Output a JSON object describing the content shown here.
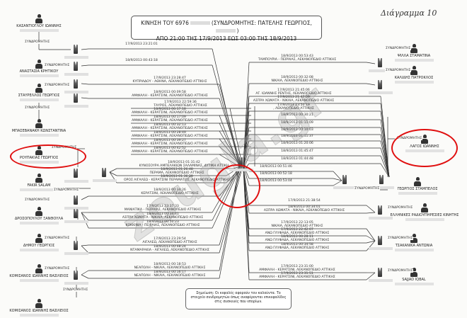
{
  "document": {
    "diagram_label": "Διάγραμμα 10",
    "title_line1": "ΚΙΝΗΣΗ ΤΟΥ 6976",
    "title_subscriber": "(ΣΥΝΔΡΟΜΗΤΗΣ: ΠΑΤΕΛΗΣ ΓΕΩΡΓΙΟΣ,",
    "title_close": ")",
    "title_line2": "ΑΠΟ 21:00 ΤΗΣ 17/9/2013 ΕΩΣ 03:00 ΤΗΣ 18/9/2013",
    "subscriber_label": "ΣΥΝΔΡΟΜΗΤΗΣ",
    "note": "Σημείωση: Οι κεφαλές αφορούν τον καλούντα. Το στοιχείο συνδρομητών όπως αναφέρονται επικεφαλίδες στις συσκευές που επορίων.",
    "watermark": "zougla.gr"
  },
  "persons_left": [
    "ΚΑΣΑΝΤΙΟΓΛΟΥ ΙΩΑΝΝΗΣ",
    "ΑΝΑΣΤΑΣΙΑ ΚΡΗΤΙΚΟΥ",
    "ΣΤΑΥΡΕΛΛΟΣ ΓΕΩΡΓΙΟΣ",
    "ΜΠΑΣΕΒΑΝΑΚΗ ΚΩΝΣΤΑΝΤΙΝΑ",
    "ΡΟΥΠΑΚΙΑΣ ΓΕΩΡΓΙΟΣ",
    "FAKIR SALAM",
    "ΔΡΟΣΟΠΟΥΛΟΥ ΞΑΝΘΟΥΛΑ",
    "ΔΗΜΟΥ ΓΕΩΡΓΙΟΣ",
    "ΚΟΜΙΣΑΝΟΣ ΙΩΑΝΝΗΣ ΒΑΣΙΛΕΙΟΣ",
    "ΚΟΜΙΣΑΝΟΣ ΙΩΑΝΝΗΣ ΒΑΣΙΛΕΙΟΣ"
  ],
  "persons_right": [
    "ΨΙΛΛΑ ΣΤΑΜΑΤΙΝΑ",
    "ΚΑΛΙΔΗΣ ΠΑΤΡΟΚΛΟΣ",
    "ΛΑΓΟΣ ΙΩΑΝΝΗΣ",
    "ΓΕΩΡΓΙΟΣ ΣΤΑΜΠΕΛΟΣ",
    "ΕΛΛΗΝΙΚΕΣ ΡΑΔΙΟΥΠΗΡΕΣΙΕΣ ΚΙΝΗΤΗΣ",
    "ΤΣΑΚΑΝΙΚΑ ΑΝΤΩΝΙΑ",
    "SAJJAD IQBAL"
  ],
  "calls_left": [
    {
      "time": "17/9/2013 23:21:01",
      "place": ""
    },
    {
      "time": "18/9/2013 00:43:18",
      "place": ""
    },
    {
      "time": "17/9/2013 23:28:47",
      "place": "ΚΥΠΡΙΑΔΟΥ - ΑΘΗΝΑ, ΛΕΚΑΝΟΠΕΔΙΟ ΑΤΤΙΚΗΣ"
    },
    {
      "time": "18/9/2013 00:09:58",
      "place": "ΑΜΦΙΑΛΗ - ΚΕΡΑΤΣΙΝΙ, ΛΕΚΑΝΟΠΕΔΙΟ ΑΤΤΙΚΗΣ"
    },
    {
      "time": "17/9/2013 22:59:36",
      "place": "ΤΑΥΡΟΣ, ΛΕΚΑΝΟΠΕΔΙΟ ΑΤΤΙΚΗΣ"
    },
    {
      "time": "18/9/2013 00:17:18",
      "place": "ΑΜΦΙΑΛΗ - ΚΕΡΑΤΣΙΝΙ, ΛΕΚΑΝΟΠΕΔΙΟ ΑΤΤΙΚΗΣ"
    },
    {
      "time": "18/9/2013 00:17:09",
      "place": "ΑΜΦΙΑΛΗ - ΚΕΡΑΤΣΙΝΙ, ΛΕΚΑΝΟΠΕΔΙΟ ΑΤΤΙΚΗΣ"
    },
    {
      "time": "18/9/2013 00:32:13",
      "place": "ΑΜΦΙΑΛΗ - ΚΕΡΑΤΣΙΝΙ, ΛΕΚΑΝΟΠΕΔΙΟ ΑΤΤΙΚΗΣ"
    },
    {
      "time": "18/9/2013 00:28:49",
      "place": "ΑΜΦΙΑΛΗ - ΚΕΡΑΤΣΙΝΙ, ΛΕΚΑΝΟΠΕΔΙΟ ΑΤΤΙΚΗΣ"
    },
    {
      "time": "18/9/2013 00:39:27",
      "place": "ΑΜΦΙΑΛΗ - ΚΕΡΑΤΣΙΝΙ, ΛΕΚΑΝΟΠΕΔΙΟ ΑΤΤΙΚΗΣ"
    },
    {
      "time": "18/9/2013 00:42:52",
      "place": "ΑΜΦΙΑΛΗ - ΚΕΡΑΤΣΙΝΙ, ΛΕΚΑΝΟΠΕΔΙΟ ΑΤΤΙΚΗΣ"
    },
    {
      "time": "18/9/2013 01:31:42",
      "place": "ΚΥΝΟΣΟΥΡΑ ΑΜΠΕΛΑΚΙΩΝ ΣΑΛΑΜΙΝΑΣ, ΔΥΤΙΚΗ ΑΤΤΙΚΗ"
    },
    {
      "time": "18/9/2013 01:26:48",
      "place": "ΠΕΡΑΜΑ, ΛΕΚΑΝΟΠΕΔΙΟ ΑΤΤΙΚΗΣ"
    },
    {
      "time": "18/9/2013 01:36:29",
      "place": "ΟΡΟΣ ΑΙΓΑΛΕΩ - ΚΕΡΑΤΣΙΝΙ ΠΕΡΑΜΑΤΟΣ, ΛΕΚΑΝΟΠΕΔΙΟ ΑΤΤΙΚΗΣ"
    },
    {
      "time": "18/9/2013 00:34:26",
      "place": "ΚΕΡΑΤΣΙΝΙ, ΛΕΚΑΝΟΠΕΔΙΟ ΑΤΤΙΚΗΣ"
    },
    {
      "time": "17/9/2013 23:37:33",
      "place": "ΜΑΝΙΑΤΙΚΑ - ΠΕΙΡΑΙΑΣ, ΛΕΚΑΝΟΠΕΔΙΟ ΑΤΤΙΚΗΣ"
    },
    {
      "time": "18/9/2013 00:34:41",
      "place": "ΑΣΠΡΑ ΧΩΜΑΤΑ - ΝΙΚΑΙΑ, ΛΕΚΑΝΟΠΕΔΙΟ ΑΤΤΙΚΗΣ"
    },
    {
      "time": "18/9/2013 00:50:23",
      "place": "ΚΟΚΚΙΝΙΑ - ΠΕΙΡΑΙΑΣ, ΛΕΚΑΝΟΠΕΔΙΟ ΑΤΤΙΚΗΣ"
    },
    {
      "time": "17/9/2013 23:29:54",
      "place": "ΑΙΓΑΛΕΩ, ΛΕΚΑΝΟΠΕΔΙΟ ΑΤΤΙΚΗΣ"
    },
    {
      "time": "18/9/2013 00:48:24",
      "place": "ΝΤΑΜΑΡΑΚΙΑ - ΑΙΓΑΛΕΩ, ΛΕΚΑΝΟΠΕΔΙΟ ΑΤΤΙΚΗΣ"
    },
    {
      "time": "18/9/2013 00:18:53",
      "place": "ΝΕΑΠΟΛΗ - ΝΙΚΑΙΑ, ΛΕΚΑΝΟΠΕΔΙΟ ΑΤΤΙΚΗΣ"
    },
    {
      "time": "18/9/2013 00:16:17",
      "place": "ΝΕΑΠΟΛΗ - ΝΙΚΑΙΑ, ΛΕΚΑΝΟΠΕΔΙΟ ΑΤΤΙΚΗΣ"
    }
  ],
  "calls_right": [
    {
      "time": "18/9/2013 00:53:43",
      "place": "ΤΑΜΠΟΥΡΙΑ - ΠΕΙΡΑΙΑΣ, ΛΕΚΑΝΟΠΕΔΙΟ ΑΤΤΙΚΗΣ"
    },
    {
      "time": "18/9/2013 00:32:08",
      "place": "ΝΙΚΑΙΑ, ΛΕΚΑΝΟΠΕΔΙΟ ΑΤΤΙΚΗΣ"
    },
    {
      "time": "17/9/2013 21:45:06",
      "place": "ΑΓ. ΙΩΑΝΝΗΣ ΡΕΝΤΗΣ, ΛΕΚΑΝΟΠΕΔΙΟ ΑΤΤΙΚΗΣ"
    },
    {
      "time": "17/9/2013 21:47:09",
      "place": "ΑΣΠΡΑ ΧΩΜΑΤΑ - ΝΙΚΑΙΑ, ΛΕΚΑΝΟΠΕΔΙΟ ΑΤΤΙΚΗΣ"
    },
    {
      "time": "17/9/2013 23:50:19",
      "place": ", ΛΕΚΑΝΟΠΕΔΙΟ ΑΤΤΙΚΗΣ"
    },
    {
      "time": "18/9/2013 00:30:21",
      "place": ""
    },
    {
      "time": "18/9/2013 01:11:09",
      "place": ""
    },
    {
      "time": "18/9/2013 00:10:03",
      "place": ""
    },
    {
      "time": "18/9/2013 01:11:37",
      "place": ""
    },
    {
      "time": "18/9/2013 01:20:06",
      "place": ""
    },
    {
      "time": "18/9/2013 01:45:47",
      "place": ""
    },
    {
      "time": "18/9/2013 01:44:48",
      "place": ""
    },
    {
      "time": "18/9/2013 00:51:46",
      "place": ""
    },
    {
      "time": "18/9/2013 00:52:18",
      "place": ""
    },
    {
      "time": "18/9/2013 00:53:04",
      "place": ""
    },
    {
      "time": "17/9/2013 21:38:54",
      "place": ""
    },
    {
      "time": "18/9/2013 00:34:01",
      "place": "ΑΣΠΡΑ ΧΩΜΑΤΑ - ΝΙΚΑΙΑ, ΛΕΚΑΝΟΠΕΔΙΟ ΑΤΤΙΚΗΣ"
    },
    {
      "time": "17/9/2013 22:13:05",
      "place": "ΝΙΚΑΙΑ, ΛΕΚΑΝΟΠΕΔΙΟ ΑΤΤΙΚΗΣ"
    },
    {
      "time": "17/9/2013 22:42:07",
      "place": "ΑΝΩ ΓΛΥΦΑΔΑ, ΛΕΚΑΝΟΠΕΔΙΟ ΑΤΤΙΚΗΣ"
    },
    {
      "time": "18/9/2013 00:28:11",
      "place": "ΑΝΩ ΓΛΥΦΑΔΑ, ΛΕΚΑΝΟΠΕΔΙΟ ΑΤΤΙΚΗΣ"
    },
    {
      "time": "18/9/2013 00:34:58",
      "place": "ΑΝΩ ΓΛΥΦΑΔΑ, ΛΕΚΑΝΟΠΕΔΙΟ ΑΤΤΙΚΗΣ"
    },
    {
      "time": "17/9/2013 23:31:00",
      "place": "ΑΜΦΙΑΛΗ - ΚΕΡΑΤΣΙΝΙ, ΛΕΚΑΝΟΠΕΔΙΟ ΑΤΤΙΚΗΣ"
    },
    {
      "time": "17/9/2013 23:31:51",
      "place": "ΑΜΦΙΑΛΗ - ΚΕΡΑΤΣΙΝΙ, ΛΕΚΑΝΟΠΕΔΙΟ ΑΤΤΙΚΗΣ"
    }
  ],
  "colors": {
    "highlight": "#e01010",
    "ink": "#222222"
  }
}
